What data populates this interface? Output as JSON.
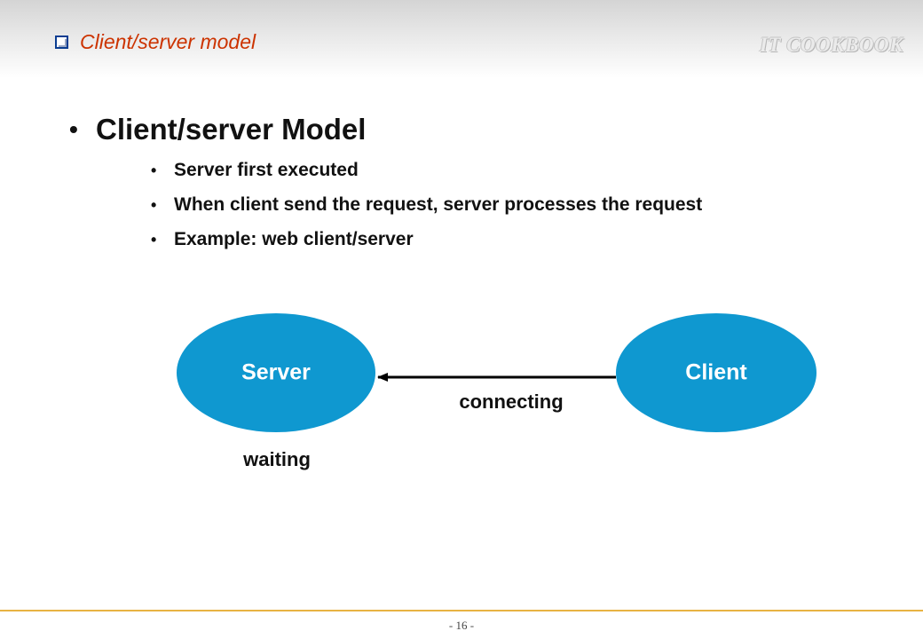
{
  "header": {
    "section_title": "Client/server model",
    "brand": "IT COOKBOOK",
    "accent_color": "#cc3300"
  },
  "content": {
    "main_bullet": "Client/server Model",
    "sub_bullets": [
      "Server first executed",
      "When client send the request, server processes the request",
      "Example: web client/server"
    ]
  },
  "diagram": {
    "node_color": "#0f98d0",
    "nodes": [
      {
        "label": "Server",
        "status": "waiting"
      },
      {
        "label": "Client"
      }
    ],
    "edge": {
      "from": "Client",
      "to": "Server",
      "label": "connecting"
    }
  },
  "footer": {
    "page_number": "- 16 -",
    "rule_color": "#e8b343"
  }
}
